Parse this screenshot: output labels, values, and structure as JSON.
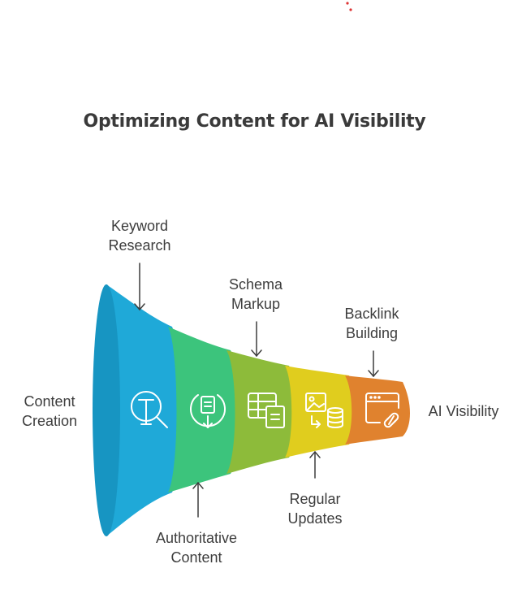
{
  "title": "Optimizing Content for AI Visibility",
  "stages": [
    {
      "label_lines": [
        "Content",
        "Creation"
      ],
      "icon": "text-search-icon",
      "color": "#1fa9d8"
    },
    {
      "label_lines": [
        "Keyword",
        "Research"
      ],
      "icon": "document-download-icon",
      "color": "#3cc47c"
    },
    {
      "label_lines": [
        "Authoritative",
        "Content"
      ],
      "icon": "table-document-icon",
      "color": "#8dbb3a"
    },
    {
      "label_lines": [
        "Schema",
        "Markup"
      ],
      "icon": "image-database-icon",
      "color": "#e0cd1e"
    },
    {
      "label_lines": [
        "Regular",
        "Updates"
      ],
      "icon": "browser-link-icon",
      "color": "#e0822e"
    },
    {
      "label_lines": [
        "Backlink",
        "Building"
      ]
    },
    {
      "label_lines": [
        "AI Visibility"
      ]
    }
  ]
}
